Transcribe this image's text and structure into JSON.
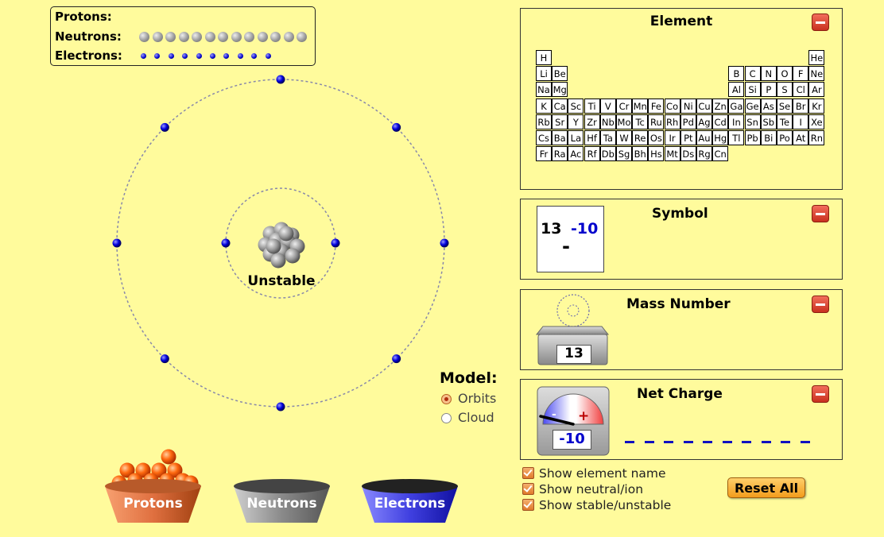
{
  "counts": {
    "protons_label": "Protons:",
    "neutrons_label": "Neutrons:",
    "electrons_label": "Electrons:",
    "protons_count": 0,
    "neutrons_count": 13,
    "electrons_count": 10
  },
  "atom": {
    "stability_text": "Unstable"
  },
  "model": {
    "title": "Model:",
    "options": [
      "Orbits",
      "Cloud"
    ],
    "selected": "Orbits"
  },
  "buckets": {
    "protons": "Protons",
    "neutrons": "Neutrons",
    "electrons": "Electrons"
  },
  "element_panel": {
    "title": "Element",
    "rows": [
      [
        "H",
        "",
        "",
        "",
        "",
        "",
        "",
        "",
        "",
        "",
        "",
        "",
        "",
        "",
        "",
        "",
        "",
        "He"
      ],
      [
        "Li",
        "Be",
        "",
        "",
        "",
        "",
        "",
        "",
        "",
        "",
        "",
        "",
        "B",
        "C",
        "N",
        "O",
        "F",
        "Ne"
      ],
      [
        "Na",
        "Mg",
        "",
        "",
        "",
        "",
        "",
        "",
        "",
        "",
        "",
        "",
        "Al",
        "Si",
        "P",
        "S",
        "Cl",
        "Ar"
      ],
      [
        "K",
        "Ca",
        "Sc",
        "Ti",
        "V",
        "Cr",
        "Mn",
        "Fe",
        "Co",
        "Ni",
        "Cu",
        "Zn",
        "Ga",
        "Ge",
        "As",
        "Se",
        "Br",
        "Kr"
      ],
      [
        "Rb",
        "Sr",
        "Y",
        "Zr",
        "Nb",
        "Mo",
        "Tc",
        "Ru",
        "Rh",
        "Pd",
        "Ag",
        "Cd",
        "In",
        "Sn",
        "Sb",
        "Te",
        "I",
        "Xe"
      ],
      [
        "Cs",
        "Ba",
        "La",
        "Hf",
        "Ta",
        "W",
        "Re",
        "Os",
        "Ir",
        "Pt",
        "Au",
        "Hg",
        "Tl",
        "Pb",
        "Bi",
        "Po",
        "At",
        "Rn"
      ],
      [
        "Fr",
        "Ra",
        "Ac",
        "Rf",
        "Db",
        "Sg",
        "Bh",
        "Hs",
        "Mt",
        "Ds",
        "Rg",
        "Cn",
        "",
        "",
        "",
        "",
        "",
        ""
      ]
    ]
  },
  "symbol_panel": {
    "title": "Symbol",
    "mass_number": "13",
    "charge": "-10",
    "symbol": "-"
  },
  "mass_panel": {
    "title": "Mass Number",
    "value": "13"
  },
  "charge_panel": {
    "title": "Net Charge",
    "value": "-10",
    "minus_sign": "-",
    "plus_sign": "+",
    "dash_count": 10
  },
  "options": {
    "show_element_name": "Show element name",
    "show_neutral_ion": "Show neutral/ion",
    "show_stable_unstable": "Show stable/unstable"
  },
  "reset_label": "Reset All",
  "colors": {
    "background": "#fffb9c",
    "electron": "#0000cc",
    "proton": "#ff6a00",
    "neutron": "#999999",
    "charge_text": "#0000cc"
  }
}
